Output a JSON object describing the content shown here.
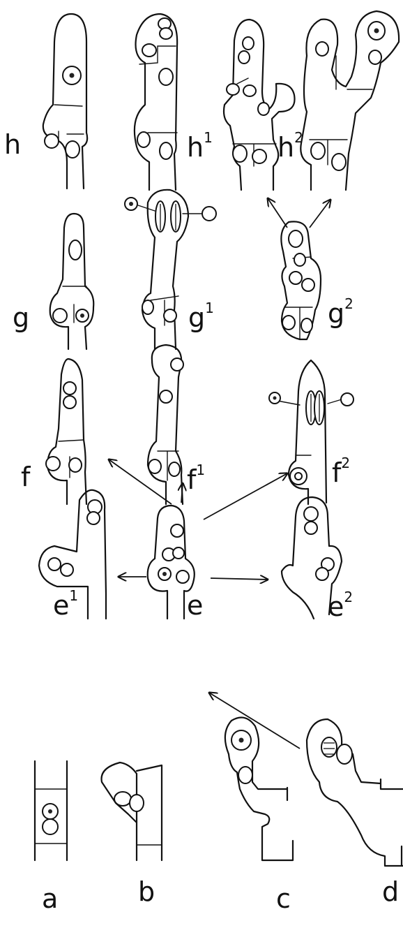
{
  "labels": {
    "h": "h",
    "h1_base": "h",
    "h1_sup": "1",
    "h2_base": "h",
    "h2_sup": "2",
    "g": "g",
    "g1_base": "g",
    "g1_sup": "1",
    "g2_base": "g",
    "g2_sup": "2",
    "f": "f",
    "f1_base": "f",
    "f1_sup": "1",
    "f2_base": "f",
    "f2_sup": "2",
    "e": "e",
    "e1_base": "e",
    "e1_sup": "1",
    "e2_base": "e",
    "e2_sup": "2",
    "a": "a",
    "b": "b",
    "c": "c",
    "d": "d"
  }
}
